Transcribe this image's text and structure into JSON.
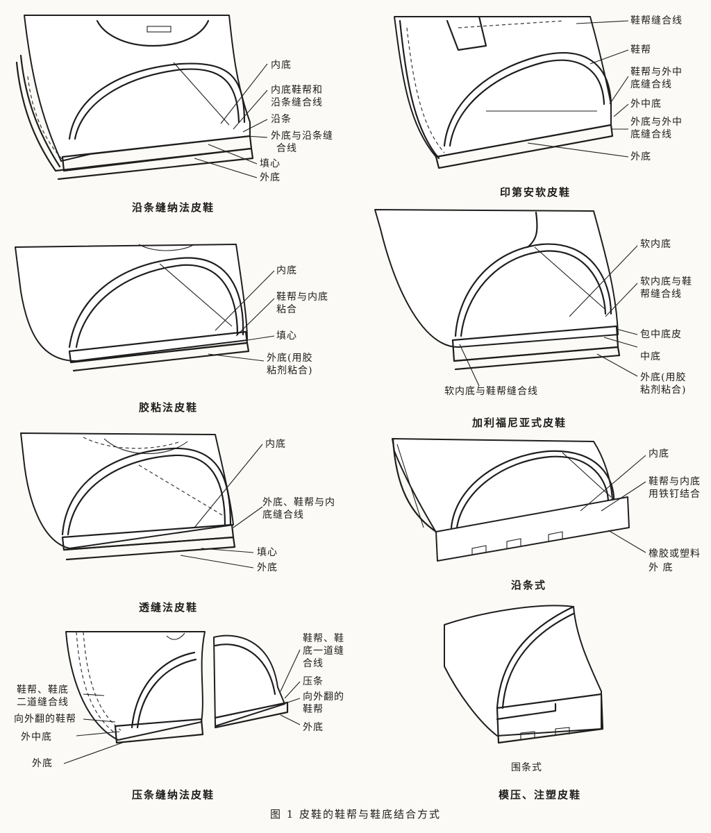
{
  "figure_caption": "图 1   皮鞋的鞋帮与鞋底结合方式",
  "diagrams": [
    {
      "caption": "沿条缝纳法皮鞋",
      "labels": [
        "内底",
        "内底鞋帮和",
        "沿条缝合线",
        "沿条",
        "外底与沿条缝",
        "合线",
        "填心",
        "外底"
      ]
    },
    {
      "caption": "印第安软皮鞋",
      "labels": [
        "鞋帮缝合线",
        "鞋帮",
        "鞋帮与外中",
        "底缝合线",
        "外中底",
        "外底与外中",
        "底缝合线",
        "外底"
      ]
    },
    {
      "caption": "胶粘法皮鞋",
      "labels": [
        "内底",
        "鞋帮与内底",
        "粘合",
        "填心",
        "外底(用胶",
        "粘剂粘合)"
      ]
    },
    {
      "caption": "加利福尼亚式皮鞋",
      "labels": [
        "软内底",
        "软内底与鞋",
        "帮缝合线",
        "包中底皮",
        "中底",
        "外底(用胶",
        "粘剂粘合)",
        "软内底与鞋帮缝合线"
      ]
    },
    {
      "caption": "透缝法皮鞋",
      "labels": [
        "内底",
        "外底、鞋帮与内",
        "底缝合线",
        "填心",
        "外底"
      ]
    },
    {
      "caption": "沿条式",
      "labels": [
        "内底",
        "鞋帮与内底",
        "用铁钉结合",
        "橡胶或塑料",
        "外        底"
      ]
    },
    {
      "caption": "压条缝纳法皮鞋",
      "labels": [
        "鞋帮、鞋",
        "底一道缝",
        "合线",
        "压条",
        "向外翻的",
        "鞋帮",
        "外底",
        "鞋帮、鞋底",
        "二道缝合线",
        "向外翻的鞋帮",
        "外中底",
        "外底"
      ]
    },
    {
      "caption": "模压、注塑皮鞋",
      "labels": [
        "围条式"
      ]
    }
  ]
}
